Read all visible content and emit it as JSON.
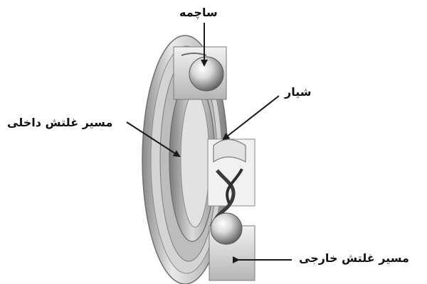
{
  "labels": {
    "cage": "ساچمه",
    "groove": "شیار",
    "inner_race": "مسیر غلتش داخلی",
    "outer_race": "مسیر غلتش خارجی"
  },
  "colors": {
    "ring_light": "#e6e6e6",
    "ring_mid": "#b9b9b9",
    "ring_dark": "#6e6e6e",
    "arrow": "#1a1a1a",
    "text": "#111111"
  }
}
